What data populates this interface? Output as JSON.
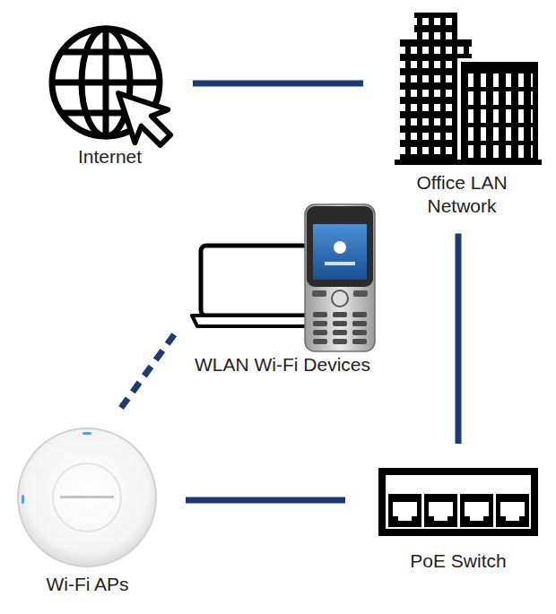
{
  "diagram": {
    "nodes": [
      {
        "text": [
          "Internet"
        ]
      },
      {
        "text": [
          "Office LAN Network"
        ]
      },
      {
        "text": [
          "WLAN Wi-Fi Devices"
        ]
      },
      {
        "text": [
          "Wi-Fi APs"
        ]
      },
      {
        "text": [
          "PoE Switch"
        ]
      }
    ],
    "edges": [
      {
        "from": 0,
        "to": 1,
        "arrow": "none"
      },
      {
        "from": 1,
        "to": 4,
        "arrow": "none"
      },
      {
        "from": 3,
        "to": 4,
        "arrow": "none"
      },
      {
        "from": 3,
        "to": 2,
        "arrow": "none"
      }
    ]
  }
}
